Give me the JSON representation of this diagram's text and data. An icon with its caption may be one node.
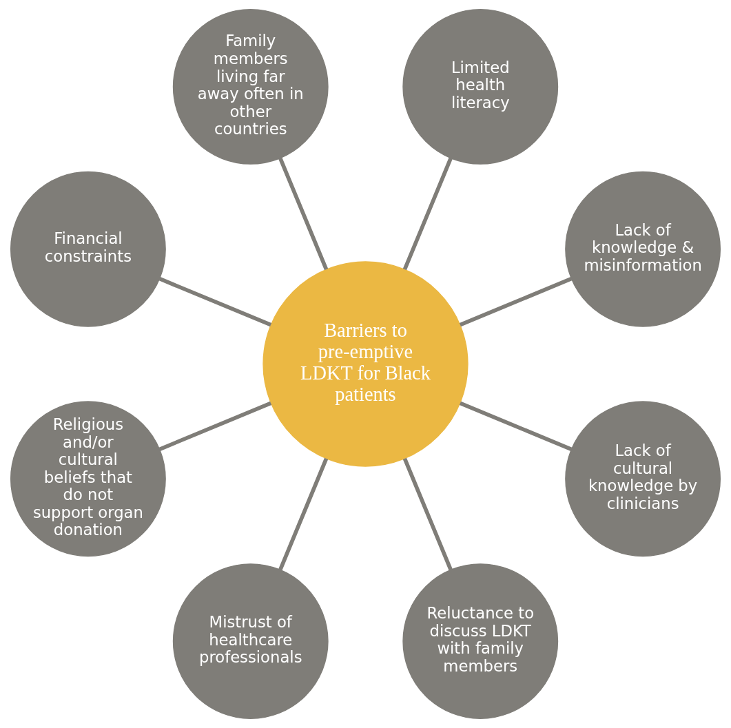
{
  "diagram": {
    "nodes": [
      {
        "text": [
          "Barriers to pre-emptive LDKT for Black patients"
        ]
      },
      {
        "text": [
          "Lack of knowledge & misinformation"
        ]
      },
      {
        "text": [
          "Limited health literacy"
        ]
      },
      {
        "text": [
          "Family members living far away often in other countries"
        ]
      },
      {
        "text": [
          "Financial constraints"
        ]
      },
      {
        "text": [
          "Religious and/or cultural beliefs that do not support organ donation"
        ]
      },
      {
        "text": [
          "Mistrust of healthcare professionals"
        ]
      },
      {
        "text": [
          "Reluctance to discuss LDKT with family members"
        ]
      },
      {
        "text": [
          "Lack of cultural knowledge by clinicians"
        ]
      }
    ],
    "edges": [
      {
        "from": 0,
        "to": 1,
        "arrow": "none"
      },
      {
        "from": 0,
        "to": 2,
        "arrow": "none"
      },
      {
        "from": 0,
        "to": 3,
        "arrow": "none"
      },
      {
        "from": 0,
        "to": 4,
        "arrow": "none"
      },
      {
        "from": 0,
        "to": 5,
        "arrow": "none"
      },
      {
        "from": 0,
        "to": 6,
        "arrow": "none"
      },
      {
        "from": 0,
        "to": 7,
        "arrow": "none"
      },
      {
        "from": 0,
        "to": 8,
        "arrow": "none"
      }
    ]
  }
}
